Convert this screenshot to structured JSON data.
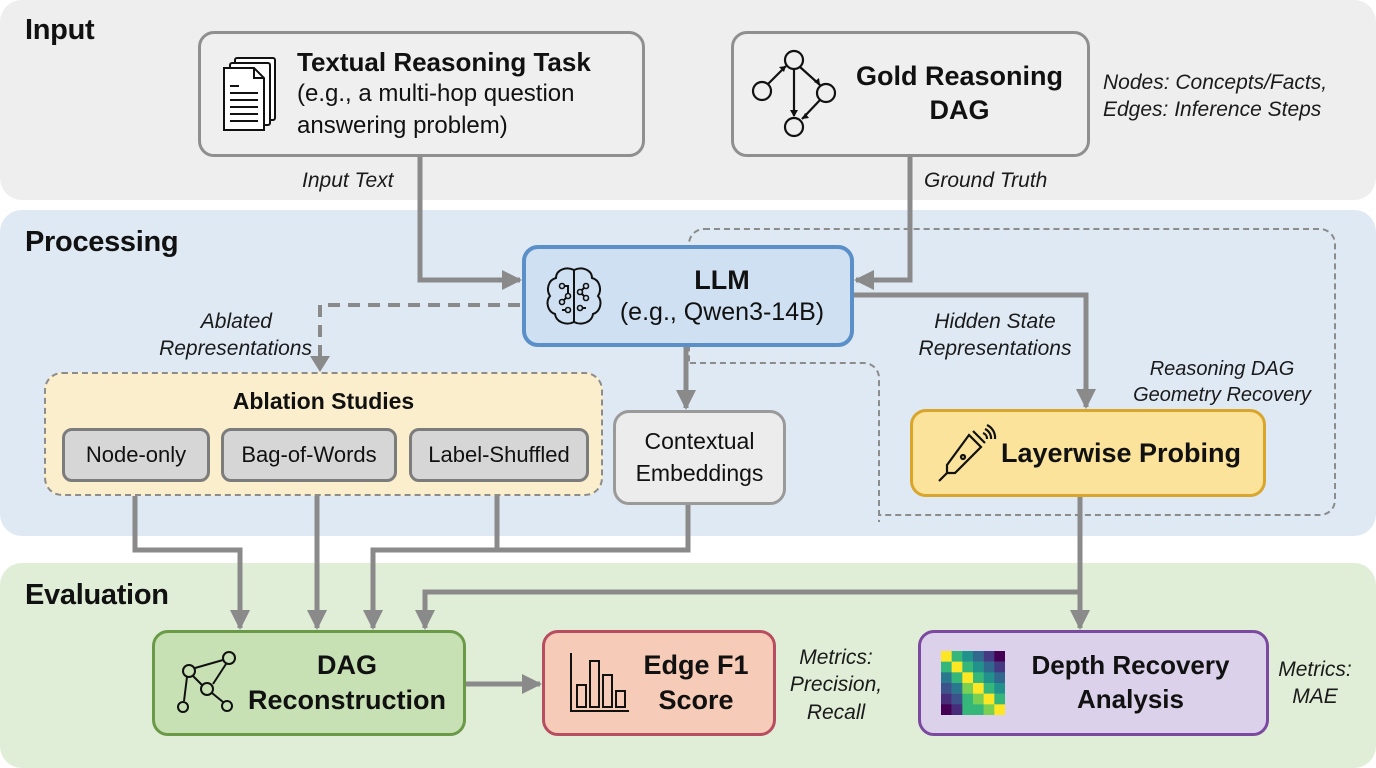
{
  "sections": {
    "input": "Input",
    "processing": "Processing",
    "evaluation": "Evaluation"
  },
  "input": {
    "task": {
      "title": "Textual Reasoning Task",
      "subtitle_line1": "(e.g., a multi-hop question",
      "subtitle_line2": "answering problem)",
      "icon": "document-stack-icon"
    },
    "gold": {
      "title_line1": "Gold Reasoning",
      "title_line2": "DAG",
      "icon": "dag-graph-icon"
    },
    "gold_note_line1": "Nodes: Concepts/Facts,",
    "gold_note_line2": "Edges: Inference Steps",
    "input_text_label": "Input Text",
    "ground_truth_label": "Ground Truth"
  },
  "processing": {
    "llm": {
      "title": "LLM",
      "subtitle": "(e.g., Qwen3-14B)",
      "icon": "brain-circuit-icon"
    },
    "ablated_label_line1": "Ablated",
    "ablated_label_line2": "Representations",
    "hidden_label_line1": "Hidden State",
    "hidden_label_line2": "Representations",
    "geometry_label_line1": "Reasoning DAG",
    "geometry_label_line2": "Geometry Recovery",
    "ablation": {
      "title": "Ablation Studies",
      "items": [
        "Node-only",
        "Bag-of-Words",
        "Label-Shuffled"
      ]
    },
    "contextual_line1": "Contextual",
    "contextual_line2": "Embeddings",
    "probing": {
      "title": "Layerwise Probing",
      "icon": "probe-icon"
    }
  },
  "evaluation": {
    "dag": {
      "title_line1": "DAG",
      "title_line2": "Reconstruction",
      "icon": "dag-reconstruction-icon"
    },
    "f1": {
      "title_line1": "Edge F1",
      "title_line2": "Score",
      "icon": "bar-chart-icon"
    },
    "f1_metrics_line1": "Metrics:",
    "f1_metrics_line2": "Precision,",
    "f1_metrics_line3": "Recall",
    "depth": {
      "title_line1": "Depth Recovery",
      "title_line2": "Analysis",
      "icon": "heatmap-icon"
    },
    "depth_metrics_line1": "Metrics:",
    "depth_metrics_line2": "MAE"
  },
  "colors": {
    "llm": "#cfe0f2",
    "probing": "#fbe39b",
    "dag": "#c7e1b4",
    "f1": "#f6cbb7",
    "depth": "#dcd1eb",
    "connector": "#8a8a8a"
  }
}
